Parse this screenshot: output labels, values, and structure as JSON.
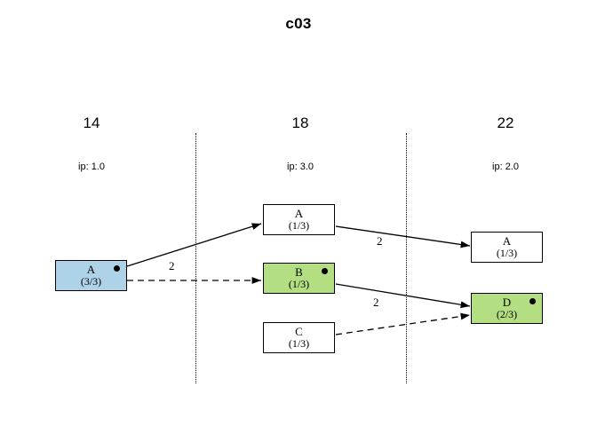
{
  "title": "c03",
  "colors": {
    "blue_node": "#aed3e8",
    "green_node": "#b3de81",
    "white_node": "#ffffff",
    "stroke": "#000000",
    "background": "#ffffff"
  },
  "columns": [
    {
      "label": "14",
      "ip": "ip: 1.0"
    },
    {
      "label": "18",
      "ip": "ip: 3.0"
    },
    {
      "label": "22",
      "ip": "ip: 2.0"
    }
  ],
  "nodes": [
    {
      "id": "n0",
      "label": "A",
      "count": "(3/3)",
      "fill": "#aed3e8",
      "dot": true
    },
    {
      "id": "n1",
      "label": "A",
      "count": "(1/3)",
      "fill": "#ffffff",
      "dot": false
    },
    {
      "id": "n2",
      "label": "B",
      "count": "(1/3)",
      "fill": "#b3de81",
      "dot": true
    },
    {
      "id": "n3",
      "label": "C",
      "count": "(1/3)",
      "fill": "#ffffff",
      "dot": false
    },
    {
      "id": "n4",
      "label": "A",
      "count": "(1/3)",
      "fill": "#ffffff",
      "dot": false
    },
    {
      "id": "n5",
      "label": "D",
      "count": "(2/3)",
      "fill": "#b3de81",
      "dot": true
    }
  ],
  "edges": [
    {
      "from": "n0",
      "to": "n1",
      "style": "solid",
      "label": "2"
    },
    {
      "from": "n0",
      "to": "n2",
      "style": "dashed",
      "label": ""
    },
    {
      "from": "n1",
      "to": "n4",
      "style": "solid",
      "label": "2"
    },
    {
      "from": "n2",
      "to": "n5",
      "style": "solid",
      "label": "2"
    },
    {
      "from": "n3",
      "to": "n5",
      "style": "dashed",
      "label": ""
    }
  ]
}
